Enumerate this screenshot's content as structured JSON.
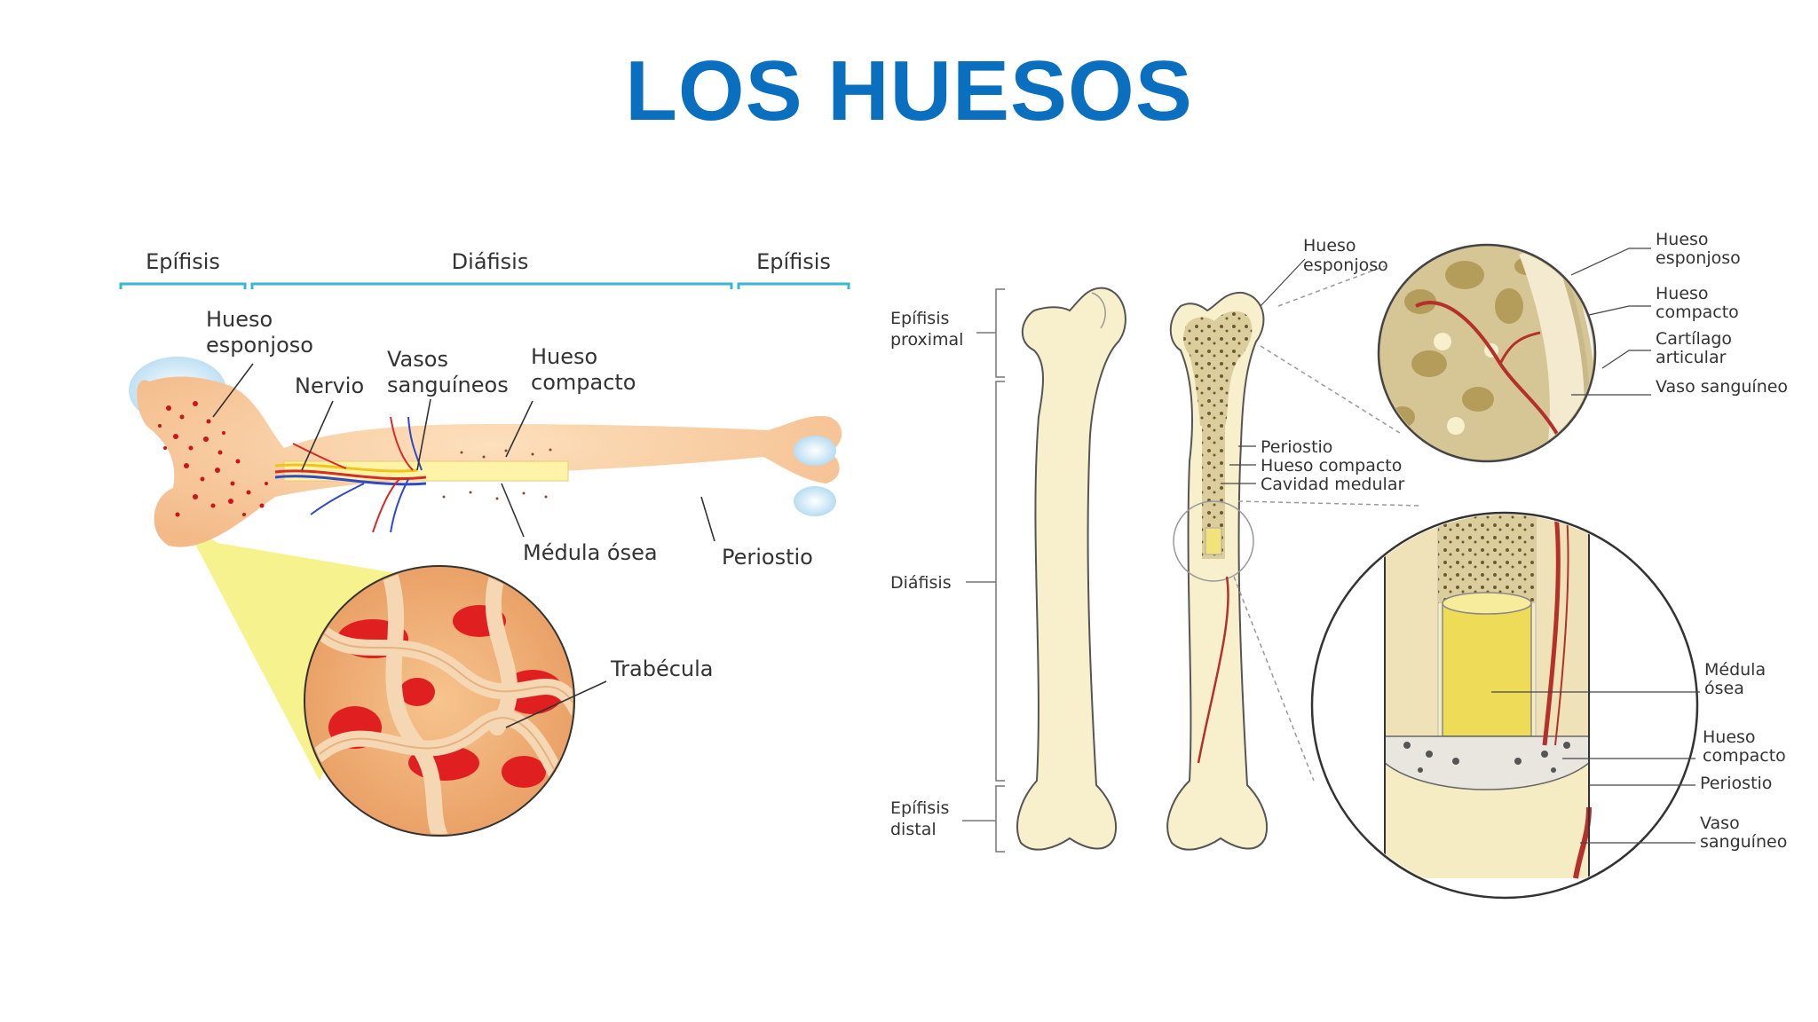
{
  "title": "LOS HUESOS",
  "left_diagram": {
    "regions": [
      "Epífisis",
      "Diáfisis",
      "Epífisis"
    ],
    "labels": {
      "hueso_esponjoso": [
        "Hueso",
        "esponjoso"
      ],
      "nervio": "Nervio",
      "vasos_sanguineos": [
        "Vasos",
        "sanguíneos"
      ],
      "hueso_compacto": [
        "Hueso",
        "compacto"
      ],
      "medula_osea": "Médula ósea",
      "periostio": "Periostio",
      "trabecula": "Trabécula"
    },
    "colors": {
      "bone": "#f6c89a",
      "marrow": "#fff3a8",
      "spongy_dots": "#c9151b",
      "bracket": "#35b8d0",
      "magnifier": "#f4f07a"
    }
  },
  "right_diagram": {
    "femur_labels": {
      "epifisis_proximal": [
        "Epífisis",
        "proximal"
      ],
      "diafisis": "Diáfisis",
      "epifisis_distal": [
        "Epífisis",
        "distal"
      ]
    },
    "section_labels": {
      "hueso_esponjoso": [
        "Hueso",
        "esponjoso"
      ],
      "periostio": "Periostio",
      "hueso_compacto": "Hueso compacto",
      "cavidad_medular": "Cavidad medular"
    },
    "top_zoom_labels": {
      "hueso_esponjoso": [
        "Hueso",
        "esponjoso"
      ],
      "hueso_compacto": [
        "Hueso",
        "compacto"
      ],
      "cartilago_articular": [
        "Cartílago",
        "articular"
      ],
      "vaso_sanguineo": "Vaso sanguíneo"
    },
    "bottom_zoom_labels": {
      "medula_osea": [
        "Médula",
        "ósea"
      ],
      "hueso_compacto": [
        "Hueso",
        "compacto"
      ],
      "periostio": "Periostio",
      "vaso_sanguineo": [
        "Vaso",
        "sanguíneo"
      ]
    },
    "colors": {
      "bone": "#f8f0cc",
      "outline": "#555555",
      "spongy": "#cbb98a",
      "marrow": "#f1e27a",
      "vessel": "#b5302a"
    }
  }
}
